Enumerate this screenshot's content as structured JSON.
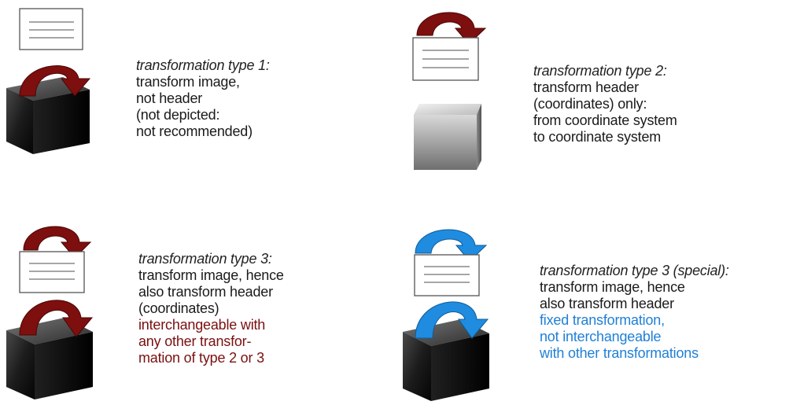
{
  "colors": {
    "arrow_red": "#7e0f0f",
    "arrow_blue": "#1f8ce0",
    "text_red": "#7a1010",
    "text_blue": "#1f7fd6"
  },
  "panels": [
    {
      "title": "transformation type 1:",
      "lines": [
        "transform image,",
        "not header",
        "(not depicted:",
        "not recommended)"
      ]
    },
    {
      "title": "transformation type 2:",
      "lines": [
        "transform header",
        "(coordinates) only:",
        "from coordinate system",
        "to coordinate system"
      ]
    },
    {
      "title": "transformation type 3:",
      "lines": [
        "transform image, hence",
        "also transform header",
        "(coordinates)"
      ],
      "highlight": [
        "interchangeable with",
        "any other transfor-",
        "mation of type 2 or 3"
      ]
    },
    {
      "title": "transformation type 3 (special):",
      "lines": [
        "transform image, hence",
        "also transform header"
      ],
      "highlight": [
        "fixed transformation,",
        "not interchangeable",
        "with other transformations"
      ]
    }
  ]
}
